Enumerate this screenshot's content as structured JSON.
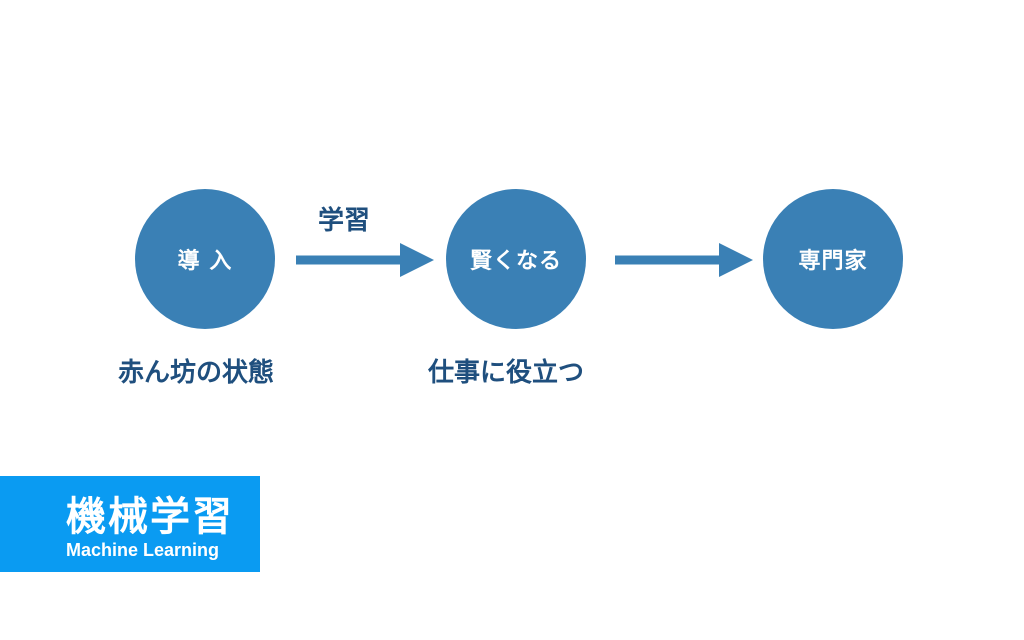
{
  "diagram": {
    "nodes": [
      {
        "label": "導 入"
      },
      {
        "label": "賢くなる"
      },
      {
        "label": "専門家"
      }
    ],
    "edge_label": "学習",
    "captions": [
      "赤ん坊の状態",
      "仕事に役立つ"
    ]
  },
  "badge": {
    "title": "機械学習",
    "subtitle": "Machine Learning"
  },
  "colors": {
    "node_fill": "#3a80b5",
    "arrow": "#3a80b5",
    "caption_text": "#1f4f7e",
    "badge_bg": "#0a9bf2"
  }
}
